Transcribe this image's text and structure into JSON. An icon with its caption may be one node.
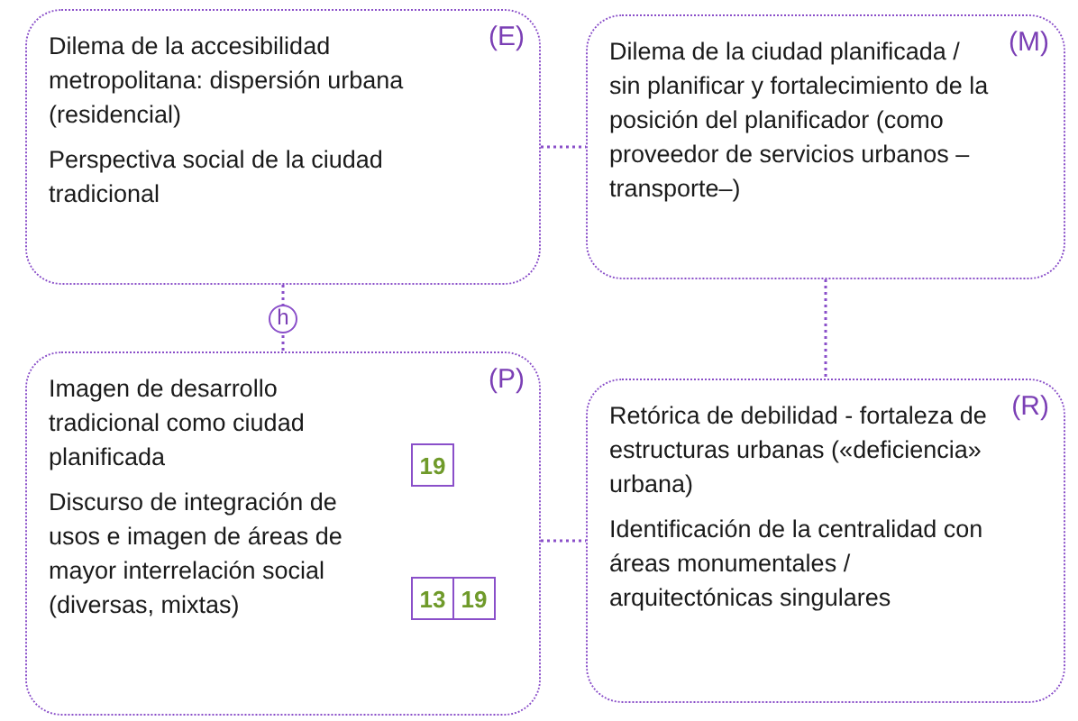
{
  "diagram": {
    "nodes": [
      {
        "text": [
          "Dilema de la accesibilidad metropolitana: dispersión urbana (residencial)",
          "(E)",
          "Perspectiva social de la ciudad tradicional"
        ]
      },
      {
        "text": [
          "Dilema de la ciudad planificada / sin planificar y fortalecimiento de la posición del planificador (como proveedor de servicios urbanos –transporte–)",
          "(M)"
        ]
      },
      {
        "text": [
          "Imagen de desarrollo tradicional como ciudad planificada",
          "(P)",
          "Discurso  de integración de usos e imagen de áreas de mayor  interrelación social (diversas, mixtas)"
        ]
      },
      {
        "text": [
          "19"
        ],
        "in": 2
      },
      {
        "text": [
          "13"
        ],
        "in": 2
      },
      {
        "text": [
          "19"
        ],
        "in": 2
      },
      {
        "text": [
          "Retórica de debilidad - fortaleza de estructuras urbanas («deficiencia» urbana)",
          "(R)",
          "Identificación de la centralidad con áreas monumentales / arquitectónicas singulares"
        ]
      }
    ],
    "edges": [
      {
        "from": 0,
        "to": 2,
        "arrow": "none",
        "label": "h"
      },
      {
        "from": 0,
        "to": 1,
        "arrow": "none"
      },
      {
        "from": 1,
        "to": 6,
        "arrow": "none"
      },
      {
        "from": 2,
        "to": 6,
        "arrow": "none"
      }
    ]
  }
}
